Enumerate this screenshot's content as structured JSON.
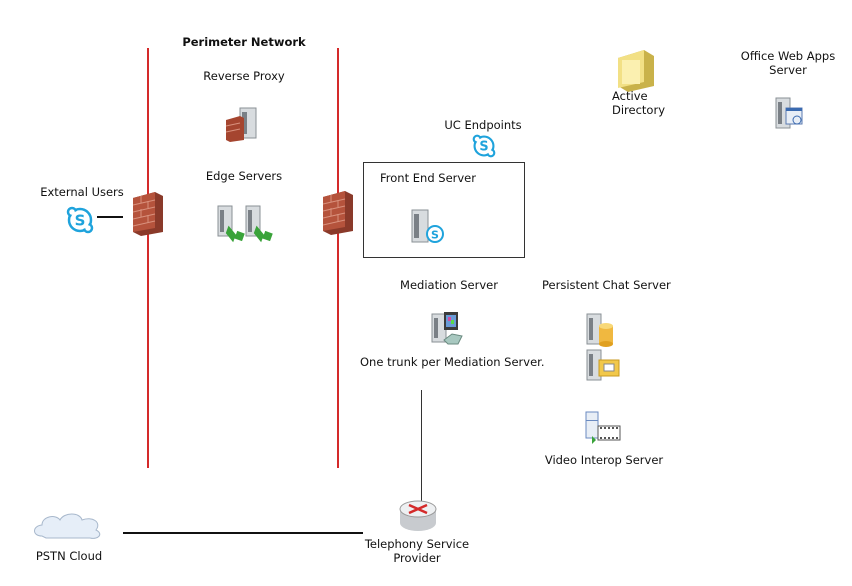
{
  "diagram": {
    "title": "Perimeter Network",
    "nodes": {
      "external_users": {
        "label": "External Users",
        "icon": "skype-icon"
      },
      "reverse_proxy": {
        "label": "Reverse Proxy",
        "icon": "reverse-proxy-icon"
      },
      "edge_servers": {
        "label": "Edge Servers",
        "icon": "edge-server-icon"
      },
      "uc_endpoints": {
        "label": "UC Endpoints",
        "icon": "skype-icon"
      },
      "front_end_server": {
        "label": "Front End Server",
        "icon": "server-skype-icon"
      },
      "active_directory": {
        "line1": "Active",
        "line2": "Directory",
        "icon": "active-directory-icon"
      },
      "office_web_apps": {
        "line1": "Office Web Apps",
        "line2": "Server",
        "icon": "web-server-icon"
      },
      "mediation_server": {
        "label": "Mediation Server",
        "note": "One trunk per Mediation Server.",
        "icon": "mediation-server-icon"
      },
      "persistent_chat": {
        "label": "Persistent Chat Server",
        "icon": "chat-server-icon"
      },
      "video_interop": {
        "label": "Video Interop Server",
        "icon": "video-server-icon"
      },
      "pstn_cloud": {
        "label": "PSTN Cloud",
        "icon": "cloud-icon"
      },
      "telephony_provider": {
        "line1": "Telephony Service",
        "line2": "Provider",
        "icon": "router-icon"
      }
    },
    "colors": {
      "perimeter_line": "#d42a2a",
      "skype_blue": "#1fa3dc",
      "connector": "#111111"
    }
  }
}
